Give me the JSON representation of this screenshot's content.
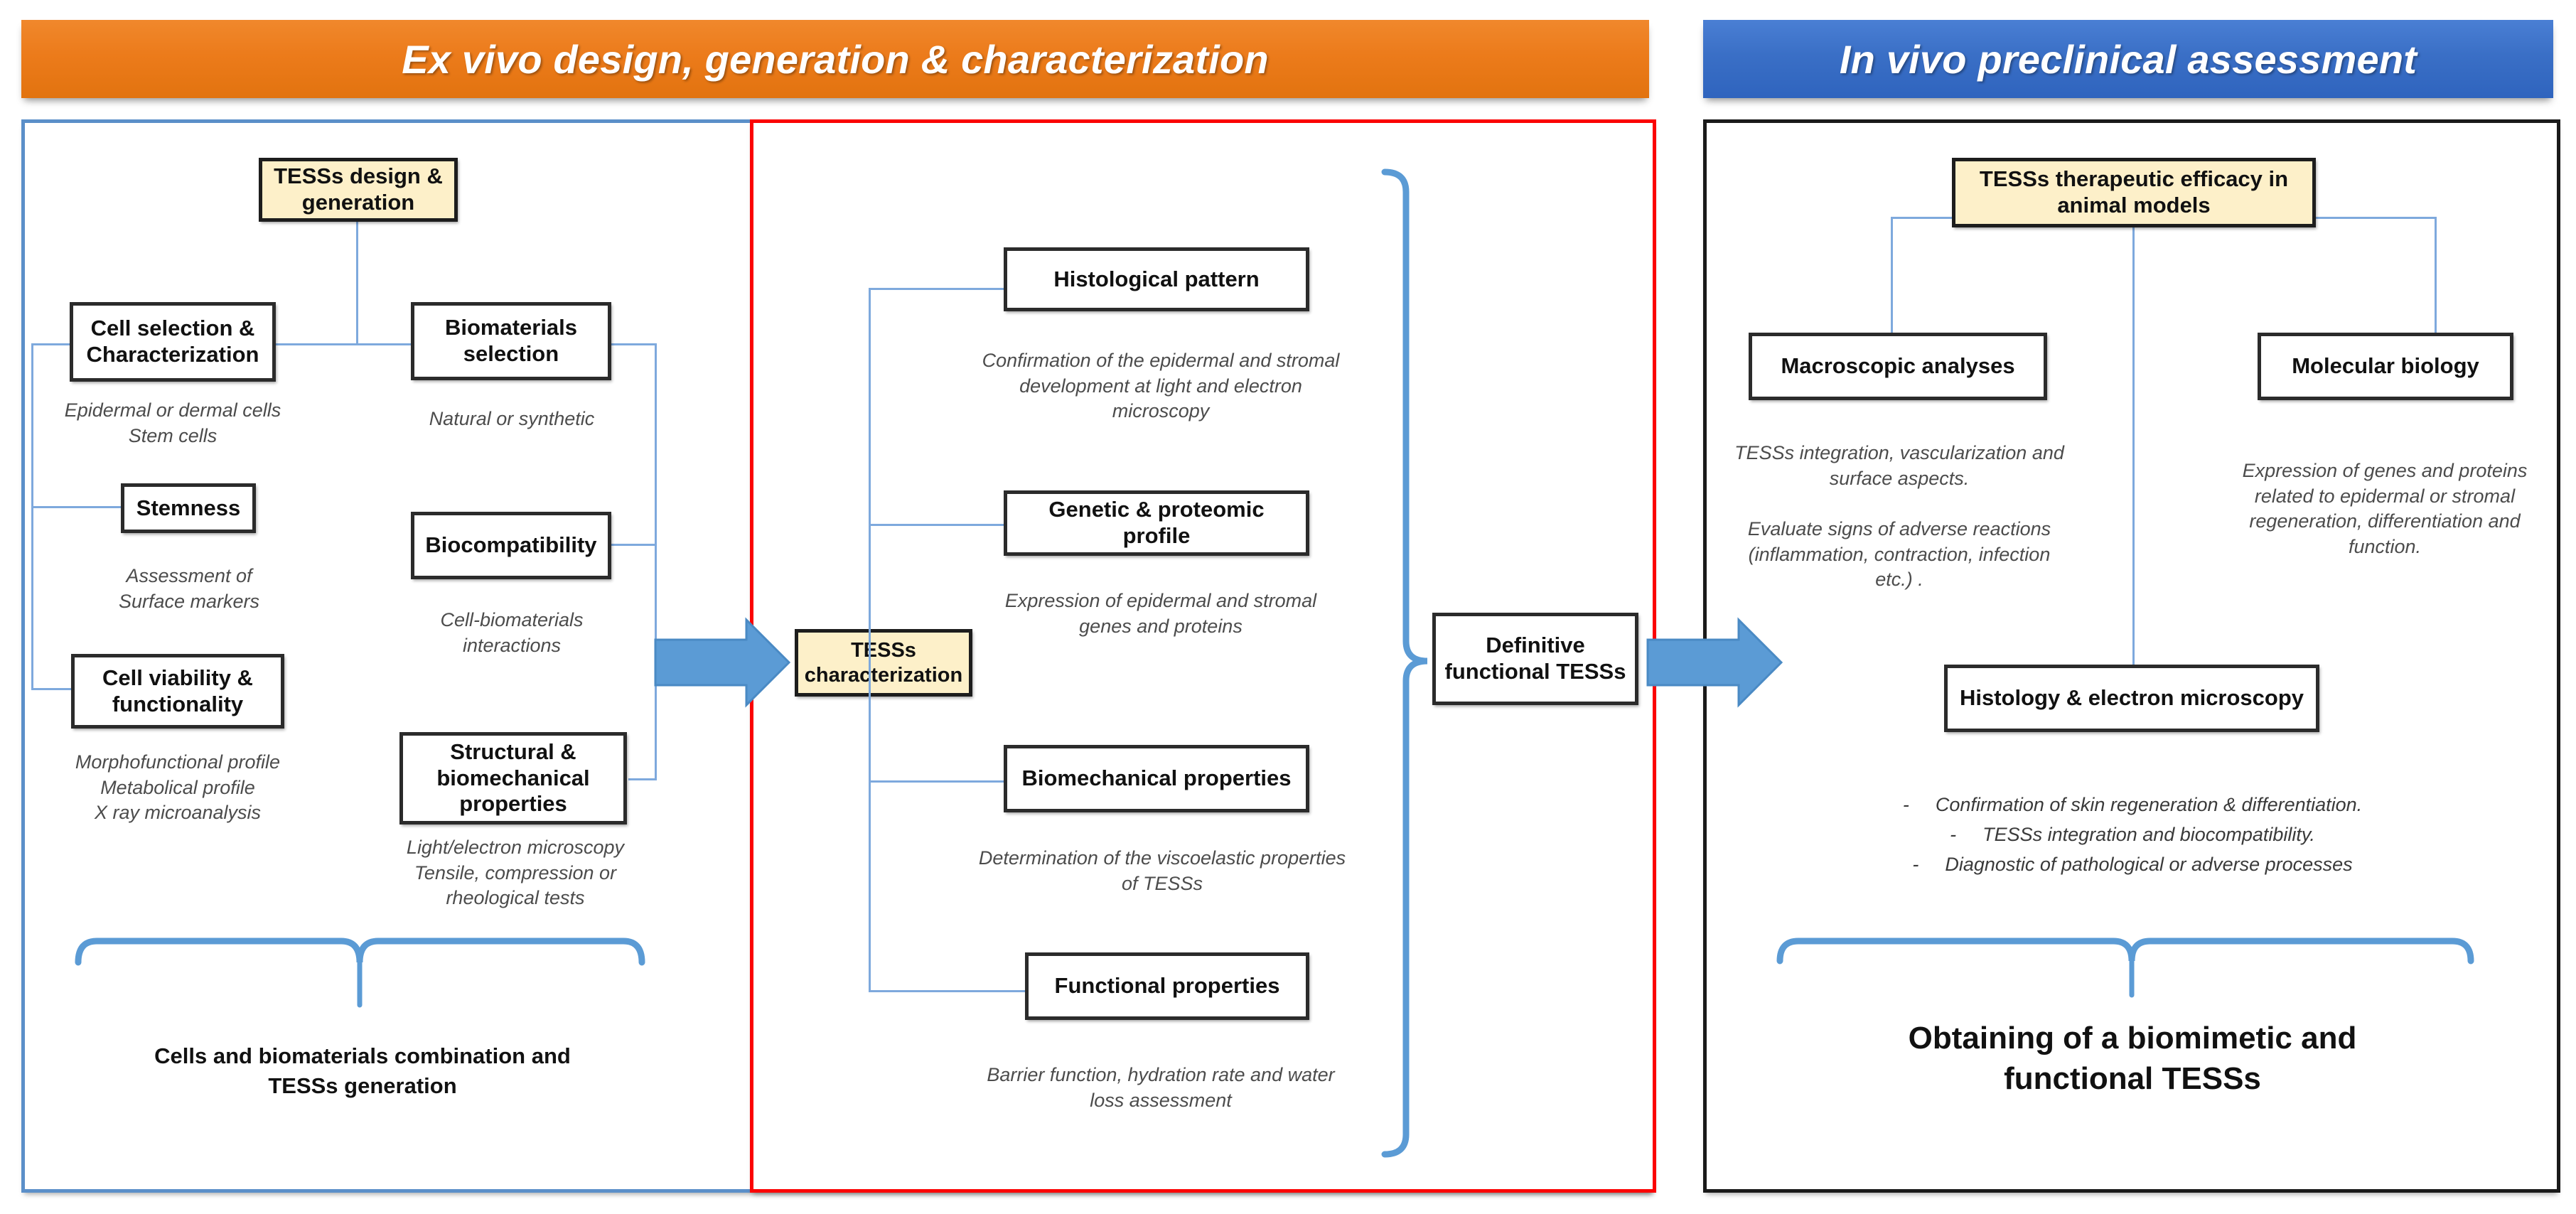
{
  "headers": {
    "left": "Ex vivo design, generation & characterization",
    "right": "In vivo preclinical assessment"
  },
  "left_panel": {
    "root": "TESSs design & generation",
    "nodes": [
      {
        "label": "Cell selection & Characterization",
        "caption": "Epidermal or dermal cells\nStem cells"
      },
      {
        "label": "Stemness",
        "caption": "Assessment of\nSurface markers"
      },
      {
        "label": "Cell viability & functionality",
        "caption": "Morphofunctional profile\nMetabolical profile\nX ray microanalysis"
      },
      {
        "label": "Biomaterials selection",
        "caption": "Natural or synthetic"
      },
      {
        "label": "Biocompatibility",
        "caption": "Cell-biomaterials\ninteractions"
      },
      {
        "label": "Structural & biomechanical properties",
        "caption": "Light/electron microscopy\nTensile, compression or\nrheological tests"
      }
    ],
    "summary": "Cells and biomaterials combination  and\nTESSs generation"
  },
  "mid_panel": {
    "hub": "TESSs characterization",
    "nodes": [
      {
        "label": "Histological pattern",
        "caption": "Confirmation of the epidermal and stromal\ndevelopment at light and electron\nmicroscopy"
      },
      {
        "label": "Genetic & proteomic profile",
        "caption": "Expression of epidermal and stromal\ngenes and proteins"
      },
      {
        "label": "Biomechanical properties",
        "caption": "Determination of the viscoelastic properties\nof TESSs"
      },
      {
        "label": "Functional properties",
        "caption": "Barrier function, hydration rate and water\nloss assessment"
      }
    ],
    "output": "Definitive functional TESSs"
  },
  "right_panel": {
    "root": "TESSs therapeutic efficacy in animal models",
    "nodes": [
      {
        "label": "Macroscopic analyses",
        "caption": "TESSs integration, vascularization and\nsurface aspects.\n\nEvaluate signs of adverse reactions\n(inflammation, contraction, infection\netc.) ."
      },
      {
        "label": "Molecular biology",
        "caption": "Expression of genes and proteins\nrelated to epidermal or stromal\nregeneration, differentiation and\nfunction."
      },
      {
        "label": "Histology & electron microscopy",
        "caption": ""
      }
    ],
    "bullets": [
      "Confirmation of skin regeneration & differentiation.",
      "TESSs integration and biocompatibility.",
      "Diagnostic of pathological or adverse processes"
    ],
    "bullet_marker": "-",
    "summary": "Obtaining of a biomimetic and\nfunctional TESSs"
  },
  "colors": {
    "header_orange": "#ec7b1b",
    "header_blue": "#3a6fc6",
    "panel_left_border": "#5b8fc9",
    "panel_mid_border": "#fb0303",
    "panel_right_border": "#1a1a1a",
    "connector": "#7ea9dd",
    "arrow_blue": "#5b9bd5",
    "brace_blue": "#5b9bd5",
    "cream_fill": "#fdf0c9"
  }
}
